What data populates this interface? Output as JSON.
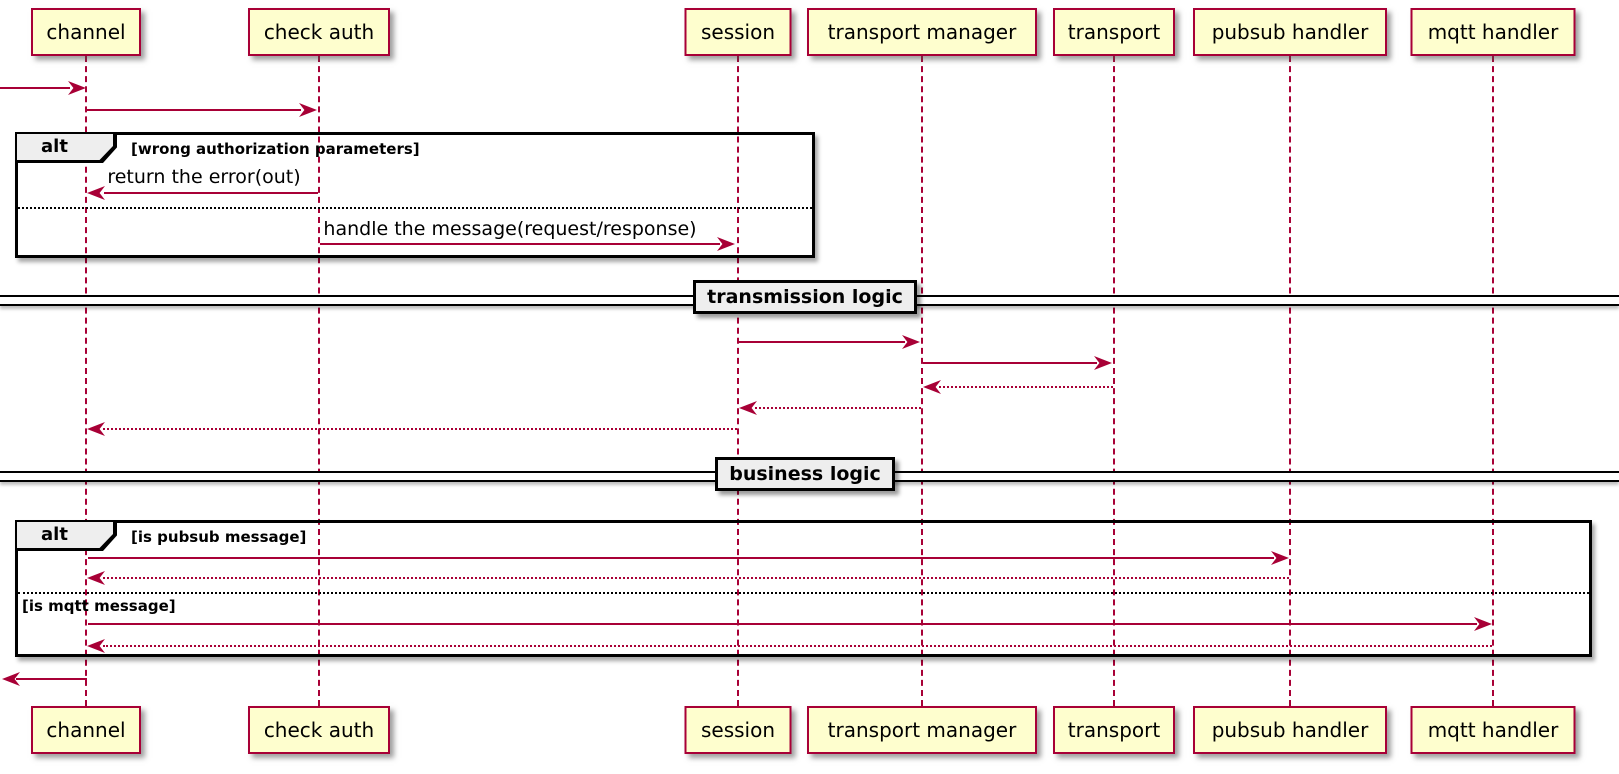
{
  "participants": [
    {
      "name": "channel"
    },
    {
      "name": "check auth"
    },
    {
      "name": "session"
    },
    {
      "name": "transport manager"
    },
    {
      "name": "transport"
    },
    {
      "name": "pubsub handler"
    },
    {
      "name": "mqtt handler"
    }
  ],
  "frame1": {
    "operator": "alt",
    "condition": "[wrong authorization parameters]",
    "msg_return_error": "return the error(out)",
    "msg_handle_message": "handle the message(request/response)"
  },
  "divider1": {
    "label": "transmission logic"
  },
  "divider2": {
    "label": "business logic"
  },
  "frame2": {
    "operator": "alt",
    "condition_pubsub": "[is pubsub message]",
    "condition_mqtt": "[is mqtt message]"
  },
  "colors": {
    "accent": "#A80036",
    "participant_fill": "#FEFECE",
    "participant_border": "#A80036",
    "frame_border": "#000000",
    "label_fill": "#EEEEEE",
    "background": "#FFFFFF"
  }
}
